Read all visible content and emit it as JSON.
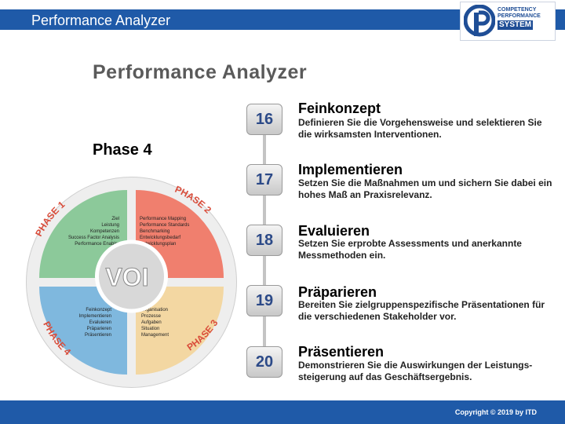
{
  "header": {
    "title": "Performance Analyzer"
  },
  "logo": {
    "line1": "COMPETENCY",
    "line2": "PERFORMANCE",
    "line3": "SYSTEM"
  },
  "main": {
    "title": "Performance Analyzer",
    "phase_heading": "Phase 4"
  },
  "wheel": {
    "center": "VOI",
    "phase_labels": [
      "PHASE 1",
      "PHASE 2",
      "PHASE 3",
      "PHASE 4"
    ],
    "q1_items": [
      "Ziel",
      "Leistung",
      "Kompetenzen",
      "Success Factor Analysis",
      "Performance Enabler"
    ],
    "q2_items": [
      "Performance Mapping",
      "Performance Standards",
      "Benchmarking",
      "Entwicklungsbedarf",
      "Entwicklungsplan"
    ],
    "q3_items": [
      "Organisation",
      "Prozesse",
      "Aufgaben",
      "Situation",
      "Management"
    ],
    "q4_items": [
      "Feinkonzept",
      "Implementieren",
      "Evaluieren",
      "Präparieren",
      "Präsentieren"
    ],
    "colors": {
      "q1": "#8cc99a",
      "q2": "#f07f6e",
      "q3": "#f3d7a2",
      "q4": "#7fb8de",
      "center": "#d8d8d8"
    }
  },
  "steps": [
    {
      "num": "16",
      "title": "Feinkonzept",
      "desc": "Definieren Sie die Vorgehensweise und selektieren Sie die wirksamsten Interventionen."
    },
    {
      "num": "17",
      "title": "Implementieren",
      "desc": "Setzen Sie die Maßnahmen um und sichern Sie dabei ein hohes Maß an Praxisrelevanz."
    },
    {
      "num": "18",
      "title": "Evaluieren",
      "desc": "Setzen Sie erprobte Assessments und anerkannte Messmethoden ein."
    },
    {
      "num": "19",
      "title": "Präparieren",
      "desc": "Bereiten Sie zielgruppenspezifische Präsentationen für die verschiedenen Stakeholder vor."
    },
    {
      "num": "20",
      "title": "Präsentieren",
      "desc": "Demonstrieren Sie die Auswirkungen der Leistungs-steigerung auf das Geschäftsergebnis."
    }
  ],
  "footer": {
    "copyright": "Copyright © 2019 by ITD"
  }
}
